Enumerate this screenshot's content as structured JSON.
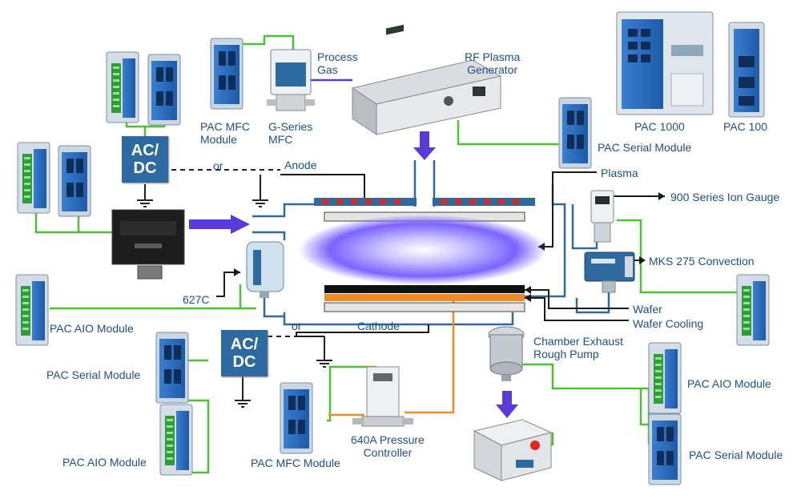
{
  "colors": {
    "blue": "#2c6aa0",
    "label": "#1f4e8c",
    "green": "#4cc233",
    "orange": "#f08a24",
    "purple": "#5a3ad8",
    "navy": "#1b3f75",
    "plasma": "#7b63ff"
  },
  "labels": {
    "process_gas": "Process\nGas",
    "rf_plasma_generator": "RF Plasma\nGenerator",
    "pac_1000": "PAC 1000",
    "pac_100": "PAC 100",
    "pac_mfc_module_top": "PAC MFC\nModule",
    "g_series_mfc": "G-Series\nMFC",
    "pac_serial_module_top": "PAC Serial Module",
    "ac_dc_top": "AC/\nDC",
    "or_top": "or",
    "anode": "Anode",
    "plasma": "Plasma",
    "ion_gauge": "900 Series Ion Gauge",
    "convection": "MKS 275 Convection",
    "pac_aio_module_left": "PAC AIO Module",
    "label_627c": "627C",
    "wafer": "Wafer",
    "wafer_cooling": "Wafer Cooling",
    "or_bottom": "or",
    "cathode": "Cathode",
    "ac_dc_bottom": "AC/\nDC",
    "chamber_exhaust": "Chamber Exhaust\nRough Pump",
    "pac_serial_module_left": "PAC Serial Module",
    "pac_aio_module_bottom_left": "PAC AIO Module",
    "pac_mfc_module_bottom": "PAC MFC Module",
    "pressure_controller": "640A Pressure\nController",
    "pac_aio_module_right": "PAC AIO Module",
    "pac_serial_module_right": "PAC Serial Module"
  },
  "icons": {
    "pac_module": "pac-module-icon",
    "pac_controller": "pac-controller-icon",
    "rf_generator": "rf-generator-icon",
    "mfc": "mfc-icon",
    "ground": "ground-icon",
    "pump": "pump-icon",
    "gauge": "gauge-icon",
    "flow_arrow": "flow-arrow-icon"
  }
}
